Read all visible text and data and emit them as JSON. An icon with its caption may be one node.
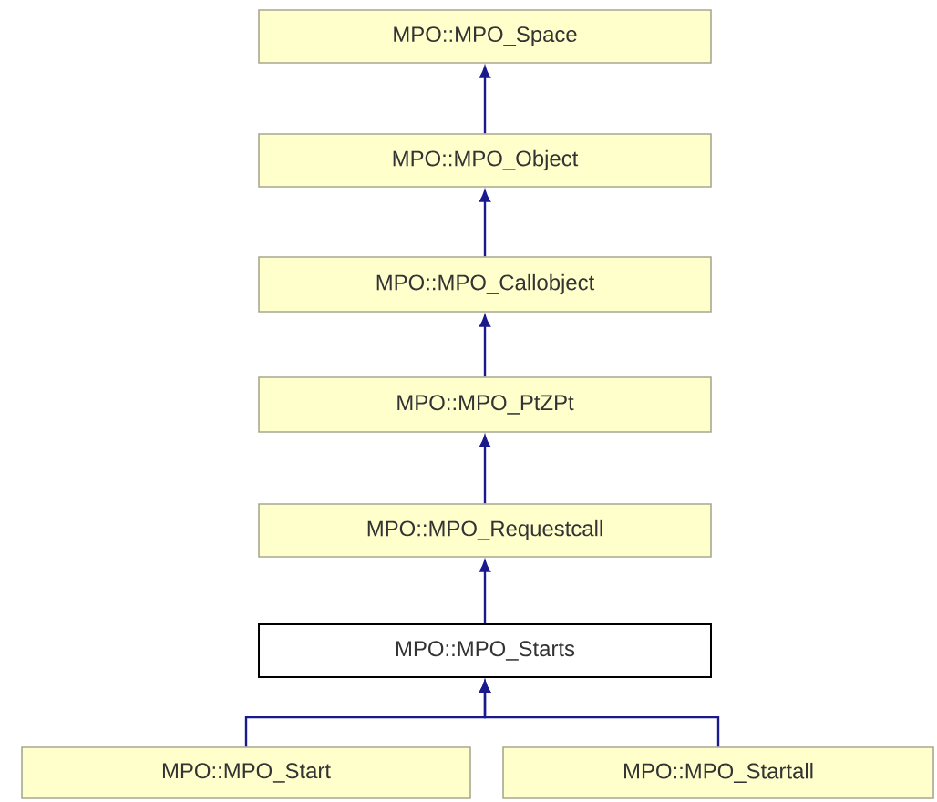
{
  "diagram": {
    "nodes": [
      {
        "text": [
          "MPO::MPO_Space"
        ]
      },
      {
        "text": [
          "MPO::MPO_Object"
        ]
      },
      {
        "text": [
          "MPO::MPO_Callobject"
        ]
      },
      {
        "text": [
          "MPO::MPO_PtZPt"
        ]
      },
      {
        "text": [
          "MPO::MPO_Requestcall"
        ]
      },
      {
        "text": [
          "MPO::MPO_Starts"
        ]
      },
      {
        "text": [
          "MPO::MPO_Start"
        ]
      },
      {
        "text": [
          "MPO::MPO_Startall"
        ]
      }
    ],
    "edges": [
      {
        "from": 1,
        "to": 0,
        "arrow": "to"
      },
      {
        "from": 2,
        "to": 1,
        "arrow": "to"
      },
      {
        "from": 3,
        "to": 2,
        "arrow": "to"
      },
      {
        "from": 4,
        "to": 3,
        "arrow": "to"
      },
      {
        "from": 5,
        "to": 4,
        "arrow": "to"
      },
      {
        "from": 6,
        "to": 5,
        "arrow": "to"
      },
      {
        "from": 7,
        "to": 5,
        "arrow": "to"
      }
    ]
  }
}
